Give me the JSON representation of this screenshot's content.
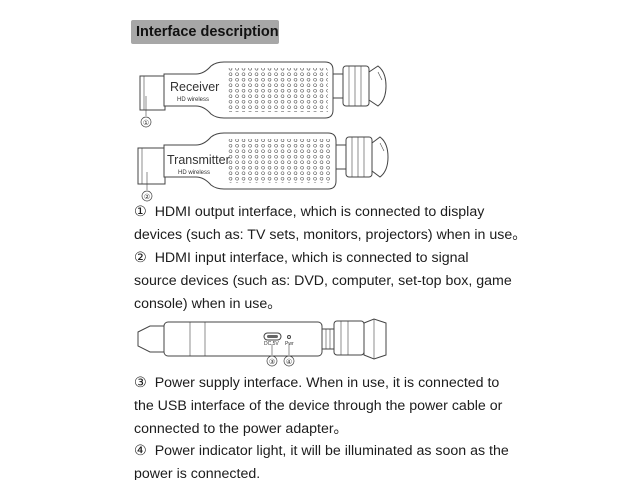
{
  "heading": "Interface description",
  "receiver": {
    "name": "Receiver",
    "sub": "HD wireless",
    "callout": "①"
  },
  "transmitter": {
    "name": "Transmitter",
    "sub": "HD wireless",
    "callout": "②"
  },
  "side_view": {
    "port_label": "DC 5V",
    "led_label": "Pwr",
    "callout_power": "③",
    "callout_led": "④"
  },
  "items": [
    {
      "num": "①",
      "lines": [
        "HDMI output interface, which is connected to display",
        "devices (such as: TV sets, monitors, projectors) when in use。"
      ]
    },
    {
      "num": "②",
      "lines": [
        "HDMI input interface, which is connected to signal",
        "source devices (such as: DVD, computer, set-top box, game",
        "console) when in use。"
      ]
    },
    {
      "num": "③",
      "lines": [
        "Power supply interface. When in use, it is connected to",
        "the USB interface of the device through the power cable or",
        "connected to the power adapter。"
      ]
    },
    {
      "num": "④",
      "lines": [
        "Power indicator light, it will be illuminated as soon as the",
        "power is connected."
      ]
    }
  ]
}
